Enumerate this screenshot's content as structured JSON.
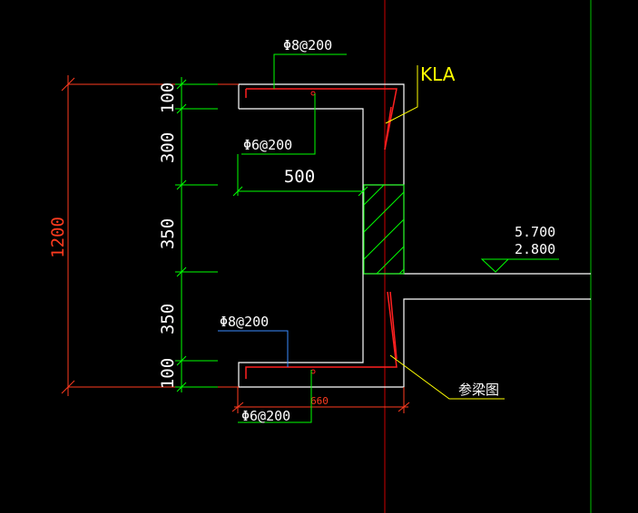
{
  "drawing": {
    "dims_left": [
      "100",
      "300",
      "350",
      "350",
      "100"
    ],
    "dim_total": "1200",
    "dim_width": "500",
    "dim_bottom": "660",
    "rebar_top": "Φ8@200",
    "rebar_mid": "Φ6@200",
    "rebar_lower": "Φ8@200",
    "rebar_bottom": "Φ6@200",
    "beam_tag": "KLA",
    "elevation_1": "5.700",
    "elevation_2": "2.800",
    "ref_note": "参梁图"
  },
  "colors": {
    "background": "#000000",
    "outline": "#ffffff",
    "dimension_red": "#ff3b1f",
    "dimension_green": "#00ff00",
    "rebar_red": "#ff2020",
    "leader_yellow": "#ffff00",
    "leader_blue": "#3a8cff",
    "axis_green": "#00c000",
    "axis_red": "#cc0000"
  }
}
